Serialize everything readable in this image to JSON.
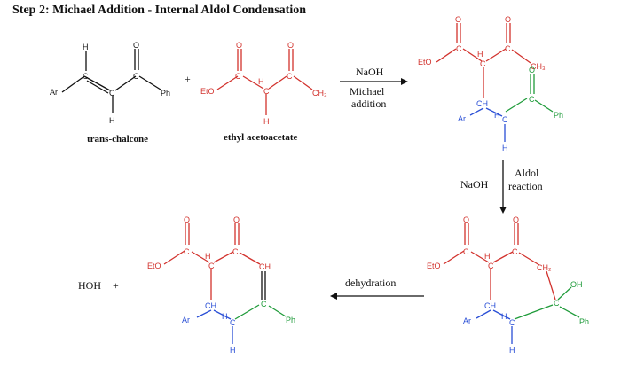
{
  "title": "Step 2: Michael Addition - Internal Aldol Condensation",
  "captions": {
    "chalcone": "trans-chalcone",
    "acetoacetate": "ethyl acetoacetate"
  },
  "reaction_labels": {
    "plus": "+",
    "michael_reagent": "NaOH",
    "michael_name_1": "Michael",
    "michael_name_2": "addition",
    "aldol_reagent": "NaOH",
    "aldol_name_1": "Aldol",
    "aldol_name_2": "reaction",
    "dehydration": "dehydration",
    "byproduct": "HOH",
    "byproduct_plus": "+"
  },
  "atoms": {
    "H": "H",
    "C": "C",
    "O": "O",
    "Ar": "Ar",
    "Ph": "Ph",
    "EtO": "EtO",
    "CH": "CH",
    "CH3": "CH₃",
    "CH2": "CH₂",
    "OH": "OH"
  },
  "colors": {
    "red": "#d2322d",
    "blue": "#2a4fd6",
    "green": "#1f9b3a",
    "black": "#111111"
  }
}
